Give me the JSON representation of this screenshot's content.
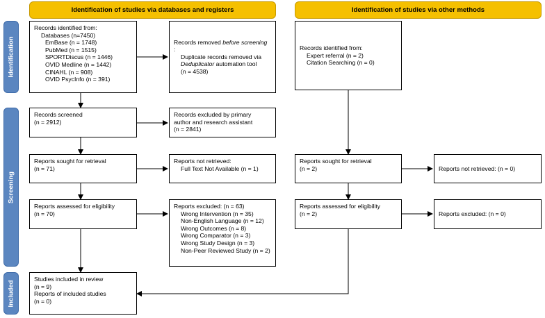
{
  "headers": {
    "databases": "Identification of studies via databases and registers",
    "other": "Identification of studies via other methods"
  },
  "phases": {
    "identification": "Identification",
    "screening": "Screening",
    "included": "Included"
  },
  "identified": {
    "title": "Records identified from:",
    "databases": "Databases (n=7450)",
    "sources": [
      "EmBase (n = 1748)",
      "PubMed (n = 1515)",
      "SPORTDiscus (n = 1446)",
      "OVID Medline (n = 1442)",
      "CINAHL (n = 908)",
      "OVID PsycInfo (n = 391)"
    ]
  },
  "removed": {
    "title_prefix": "Records removed",
    "title_italic": "before screening",
    "title_suffix": ":",
    "line1": "Duplicate records removed via",
    "tool_italic": "Deduplicator",
    "tool_suffix": "automation tool",
    "count": "(n = 4538)"
  },
  "screened": {
    "label": "Records screened",
    "count": "(n = 2912)"
  },
  "excluded_screen": {
    "line1": "Records excluded by primary",
    "line2": "author and research assistant",
    "count": "(n = 2841)"
  },
  "sought": {
    "label": "Reports sought for retrieval",
    "count": "(n = 71)"
  },
  "not_retrieved": {
    "label": "Reports not retrieved:",
    "reason": "Full Text Not Available (n = 1)"
  },
  "assessed": {
    "label": "Reports assessed for eligibility",
    "count": "(n = 70)"
  },
  "reports_excluded": {
    "title": "Reports excluded: (n = 63)",
    "reasons": [
      "Wrong Intervention (n = 35)",
      "Non-English Language (n = 12)",
      "Wrong Outcomes (n = 8)",
      "Wrong Comparator (n = 3)",
      "Wrong Study Design (n = 3)",
      "Non-Peer Reviewed Study (n = 2)"
    ]
  },
  "included": {
    "line1": "Studies included in review",
    "line2": "(n = 9)",
    "line3": "Reports of included studies",
    "line4": "(n = 0)"
  },
  "other_identified": {
    "title": "Records identified from:",
    "sources": [
      "Expert referral (n = 2)",
      "Citation Searching (n = 0)"
    ]
  },
  "other_sought": {
    "label": "Reports sought for retrieval",
    "count": "(n = 2)"
  },
  "other_not_retrieved": {
    "label": "Reports not retrieved: (n = 0)"
  },
  "other_assessed": {
    "label": "Reports assessed for eligibility",
    "count": "(n = 2)"
  },
  "other_excluded": {
    "label": "Reports excluded: (n = 0)"
  },
  "colors": {
    "header": "#f5c000",
    "phase": "#5b86c0"
  }
}
